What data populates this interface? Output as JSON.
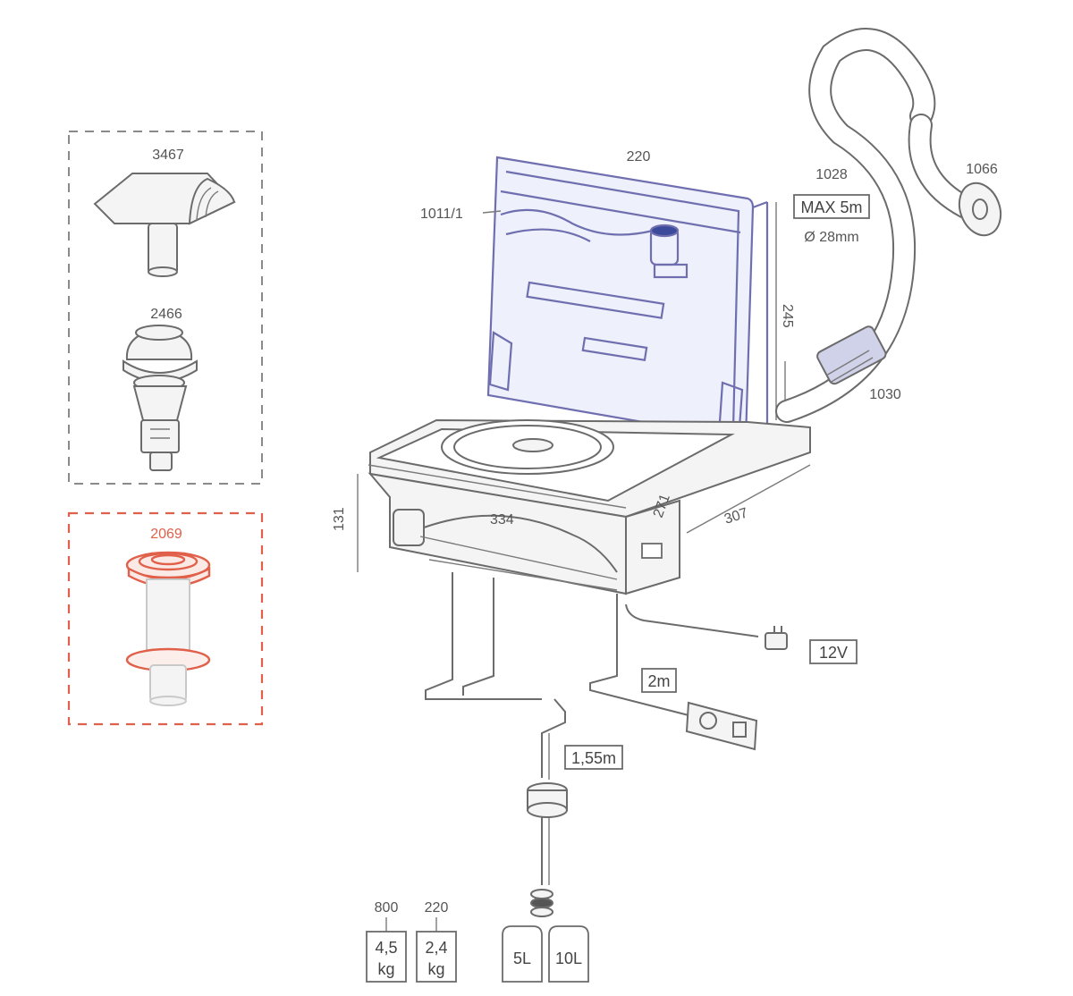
{
  "accessories": {
    "cowl": {
      "code": "3467"
    },
    "mushroom_vent": {
      "code": "2466"
    },
    "selected_flange": {
      "code": "2069"
    }
  },
  "heater": {
    "lid_code": "220",
    "fuel_line_code": "1011/1",
    "duct_label": "1028",
    "duct_max": "MAX 5m",
    "duct_diameter": "Ø 28mm",
    "outlet_code": "1066",
    "heat_element_code": "1030",
    "dimensions": {
      "depth": "334",
      "height_front": "131",
      "width_side": "271",
      "length": "307",
      "lid_height": "245"
    }
  },
  "connections": {
    "power": "12V",
    "control_cable": "2m",
    "fuel_line": "1,55m"
  },
  "specs": {
    "watts": [
      "800",
      "220"
    ],
    "weights": [
      {
        "value": "4,5",
        "unit": "kg"
      },
      {
        "value": "2,4",
        "unit": "kg"
      }
    ],
    "tanks": [
      "5L",
      "10L"
    ]
  }
}
